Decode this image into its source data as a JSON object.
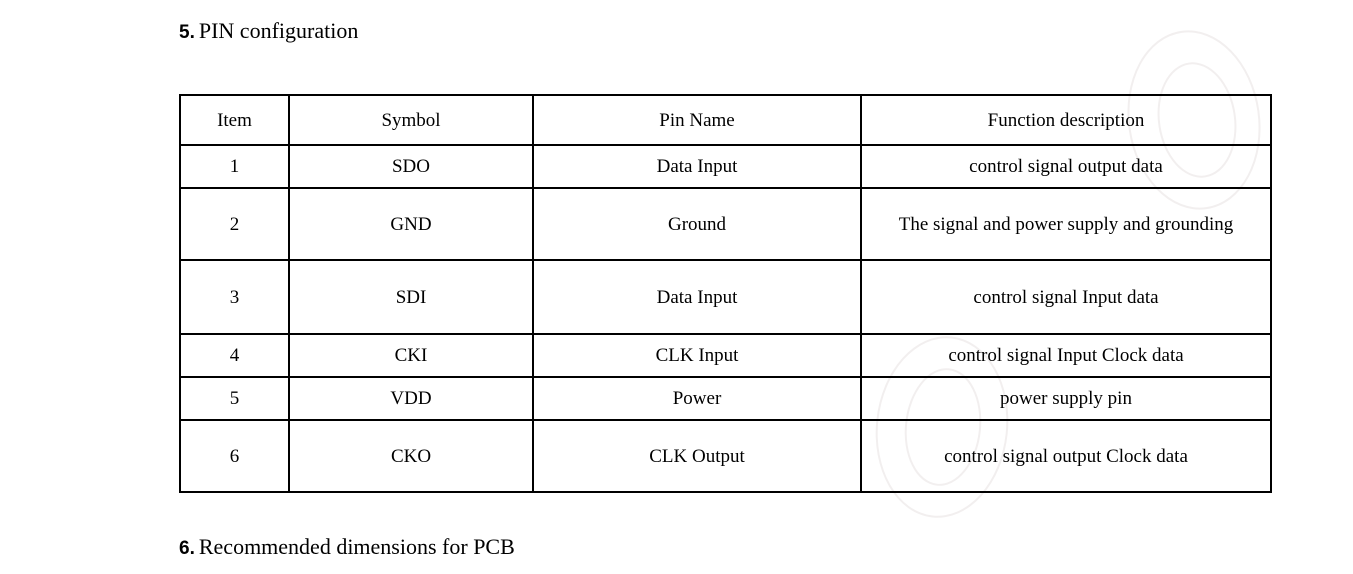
{
  "document": {
    "background_color": "#ffffff",
    "text_color": "#000000",
    "border_color": "#000000"
  },
  "sections": {
    "pin_configuration": {
      "number": "5.",
      "title": "PIN configuration"
    },
    "pcb_dimensions": {
      "number": "6.",
      "title": "Recommended dimensions for PCB"
    }
  },
  "pin_table": {
    "headers": [
      "Item",
      "Symbol",
      "Pin Name",
      "Function description"
    ],
    "rows": [
      {
        "item": "1",
        "symbol": "SDO",
        "pin_name": "Data Input",
        "function": "control signal output data"
      },
      {
        "item": "2",
        "symbol": "GND",
        "pin_name": "Ground",
        "function": "The signal and power supply and grounding"
      },
      {
        "item": "3",
        "symbol": "SDI",
        "pin_name": "Data Input",
        "function": "control signal Input data"
      },
      {
        "item": "4",
        "symbol": "CKI",
        "pin_name": "CLK Input",
        "function": "control signal Input Clock data"
      },
      {
        "item": "5",
        "symbol": "VDD",
        "pin_name": "Power",
        "function": "power supply pin"
      },
      {
        "item": "6",
        "symbol": "CKO",
        "pin_name": "CLK Output",
        "function": "control signal output Clock data"
      }
    ]
  }
}
